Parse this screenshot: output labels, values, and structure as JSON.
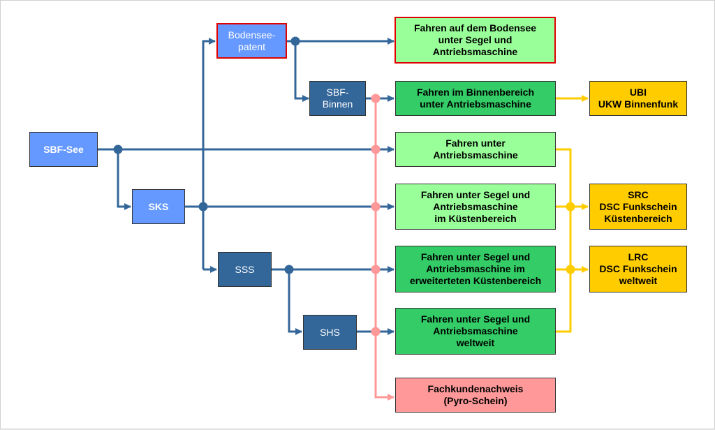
{
  "colors": {
    "blue_line": "#336699",
    "pink_line": "#ff9999",
    "yellow_line": "#ffcc00",
    "light_blue_box": "#6699ff",
    "dark_blue_box": "#336699",
    "light_green_box": "#99ff99",
    "dark_green_box": "#33cc66",
    "yellow_box": "#ffcc00",
    "pink_box": "#ff9999",
    "highlight_border": "#e00000"
  },
  "licenses": {
    "sbf_see": "SBF-See",
    "sks": "SKS",
    "bodensee_patent": "Bodensee-\npatent",
    "sbf_binnen": "SBF-\nBinnen",
    "sss": "SSS",
    "shs": "SHS"
  },
  "permissions": {
    "bodensee": "Fahren auf dem Bodensee\nunter Segel und\nAntriebsmaschine",
    "binnen": "Fahren im Binnenbereich\nunter Antriebsmaschine",
    "motor": "Fahren unter\nAntriebsmaschine",
    "kuesten": "Fahren unter Segel und\nAntriebsmaschine\nim Küstenbereich",
    "erw_kuesten": "Fahren unter Segel und\nAntriebsmaschine im\nerweiterteten Küstenbereich",
    "weltweit": "Fahren unter Segel und\nAntriebsmaschine\nweltweit",
    "pyro": "Fachkundenachweis\n(Pyro-Schein)"
  },
  "radio": {
    "ubi": "UBI\nUKW Binnenfunk",
    "src": "SRC\nDSC Funkschein\nKüstenbereich",
    "lrc": "LRC\nDSC Funkschein\nweltweit"
  }
}
